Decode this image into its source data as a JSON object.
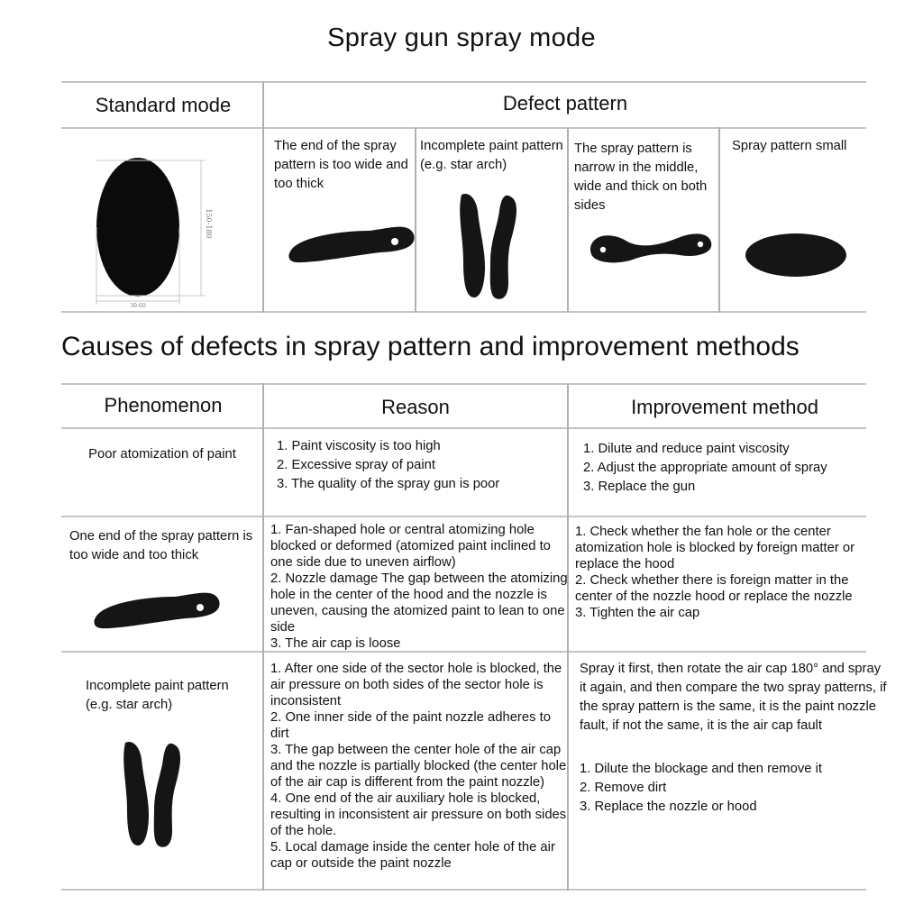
{
  "top_title": "Spray gun spray mode",
  "top_table": {
    "standard_header": "Standard mode",
    "defect_header": "Defect pattern",
    "standard_dims": {
      "height": "150-180",
      "width": "30-60"
    },
    "defects": [
      "The end of the spray pattern is too wide and too thick",
      "Incomplete paint pattern (e.g. star arch)",
      "The spray pattern is narrow in the middle, wide and thick on both sides",
      "Spray pattern small"
    ]
  },
  "section_title": "Causes of defects in spray pattern and improvement methods",
  "causes_table": {
    "headers": [
      "Phenomenon",
      "Reason",
      "Improvement method"
    ],
    "rows": [
      {
        "phenomenon": "Poor atomization of paint",
        "reasons": [
          "1. Paint viscosity is too high",
          "2. Excessive spray of paint",
          "3. The quality of the spray gun is poor"
        ],
        "improvements": [
          "1. Dilute and reduce paint viscosity",
          "2. Adjust the appropriate amount of spray",
          "3. Replace the gun"
        ]
      },
      {
        "phenomenon": "One end of the spray pattern is too wide and too thick",
        "reasons": [
          "1. Fan-shaped hole or central atomizing hole blocked or deformed (atomized paint inclined to one side due to uneven airflow)",
          "2. Nozzle damage The gap between the atomizing hole in the center of the hood and the nozzle is uneven, causing the atomized paint to lean to one side",
          "3. The air cap is loose"
        ],
        "improvements": [
          "1. Check whether the fan hole or the center atomization hole is blocked by foreign matter or replace the hood",
          "2. Check whether there is foreign matter in the center of the nozzle hood or replace the nozzle",
          "3. Tighten the air cap"
        ]
      },
      {
        "phenomenon": "Incomplete paint pattern (e.g. star arch)",
        "reasons": [
          "1. After one side of the sector hole is blocked, the air pressure on both sides of the sector hole is inconsistent",
          "2. One inner side of the paint nozzle adheres to dirt",
          "3. The gap between the center hole of the air cap and the nozzle is partially blocked (the center hole of the air cap is different from the paint nozzle)",
          "4. One end of the air auxiliary hole is blocked, resulting in inconsistent air pressure on both sides of the hole.",
          "5. Local damage inside the center hole of the air cap or outside the paint nozzle"
        ],
        "improvement_intro": "Spray it first, then rotate the air cap 180° and spray it again, and then compare the two spray patterns, if the spray pattern is the same, it is the paint nozzle fault, if not the same, it is the air cap fault",
        "improvements": [
          "1. Dilute the blockage and then remove it",
          "2. Remove dirt",
          "3. Replace the nozzle or hood"
        ]
      }
    ]
  }
}
